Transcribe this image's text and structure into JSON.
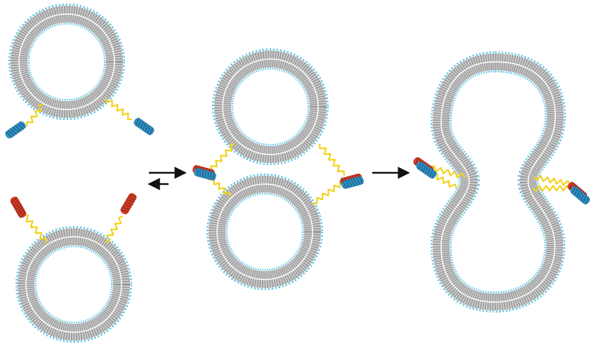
{
  "diagram": {
    "colors": {
      "headgroup": "#5fc8e6",
      "lipid_tail": "#9a9a9a",
      "lipid_tail_dark": "#7d7d7d",
      "linker": "#f2d21b",
      "peptide_blue": "#2f8fc4",
      "peptide_red": "#d23a26",
      "arrow": "#111111"
    },
    "stages": [
      "separate-vesicles",
      "docked-vesicles",
      "fused-vesicle"
    ]
  }
}
